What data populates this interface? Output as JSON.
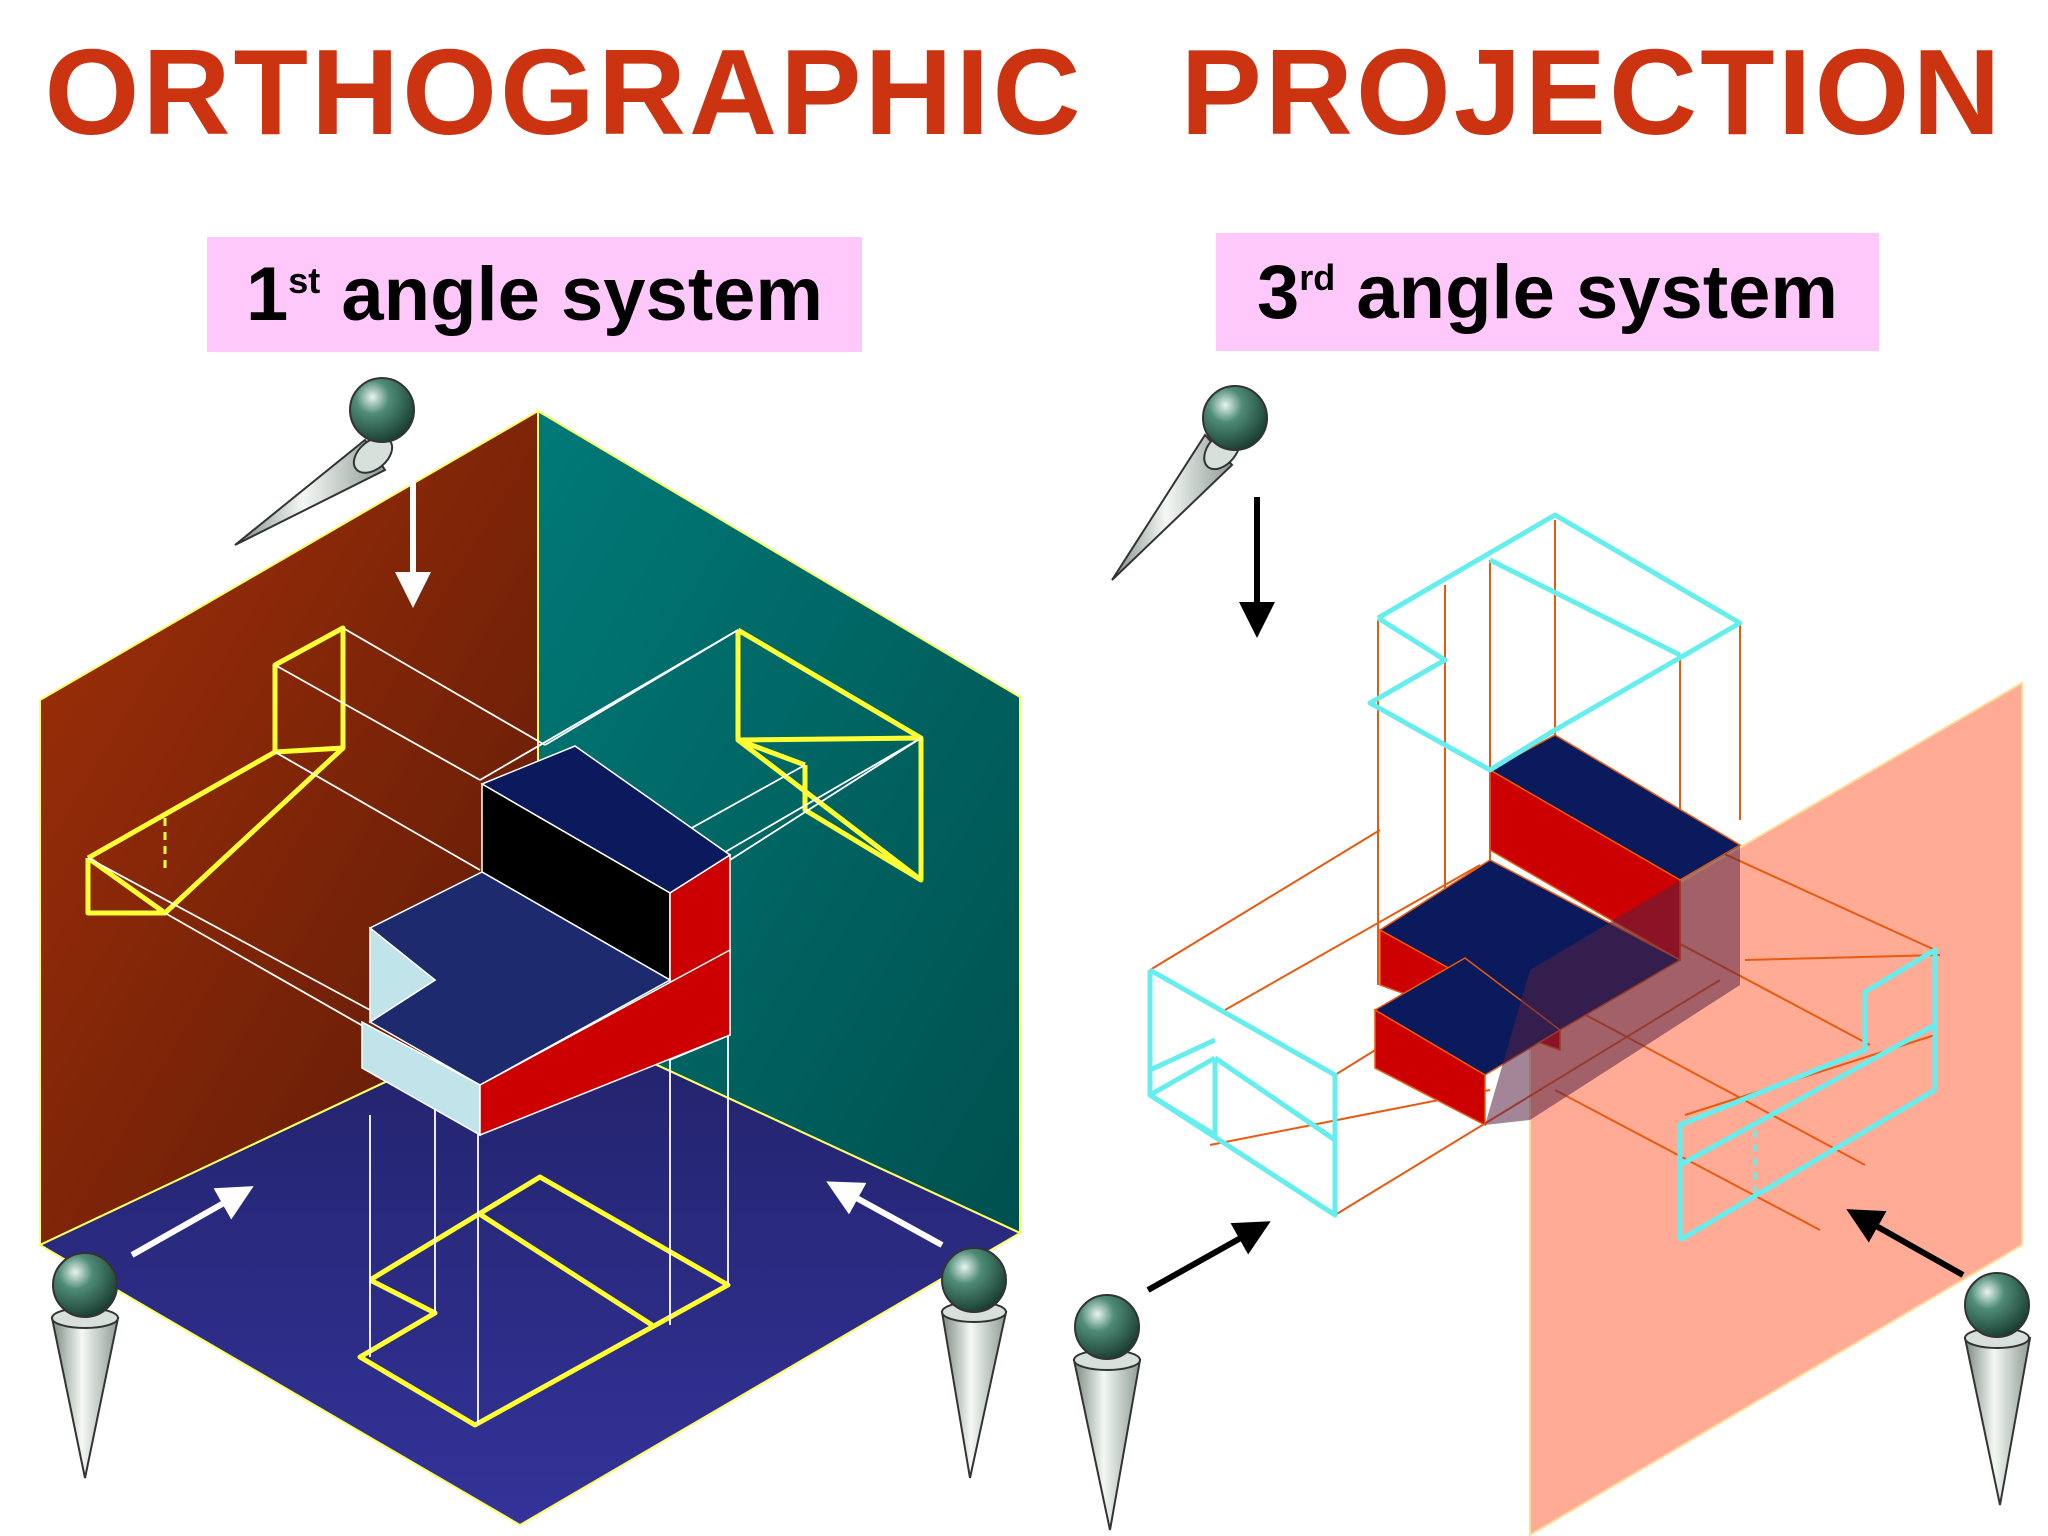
{
  "title": "ORTHOGRAPHIC   PROJECTION",
  "first_angle": {
    "number": "1",
    "suffix": "st",
    "text": " angle system"
  },
  "third_angle": {
    "number": "3",
    "suffix": "rd",
    "text": " angle system"
  },
  "colors": {
    "title": "#cc3311",
    "label_background": "#ffc8fa",
    "vertical_plane_left": "#8a2208",
    "vertical_plane_right": "#006b6b",
    "horizontal_plane": "#2a2a80",
    "profile_plane_third": "#ffa48c",
    "projection_outline_first": "#ffff33",
    "projection_outline_third": "#66eeee",
    "projector_lines_third": "#e85a10",
    "object_top": "#0a1a5c",
    "object_side": "#cc0000",
    "object_front": "#000000",
    "object_light": "#c0e4ea"
  }
}
